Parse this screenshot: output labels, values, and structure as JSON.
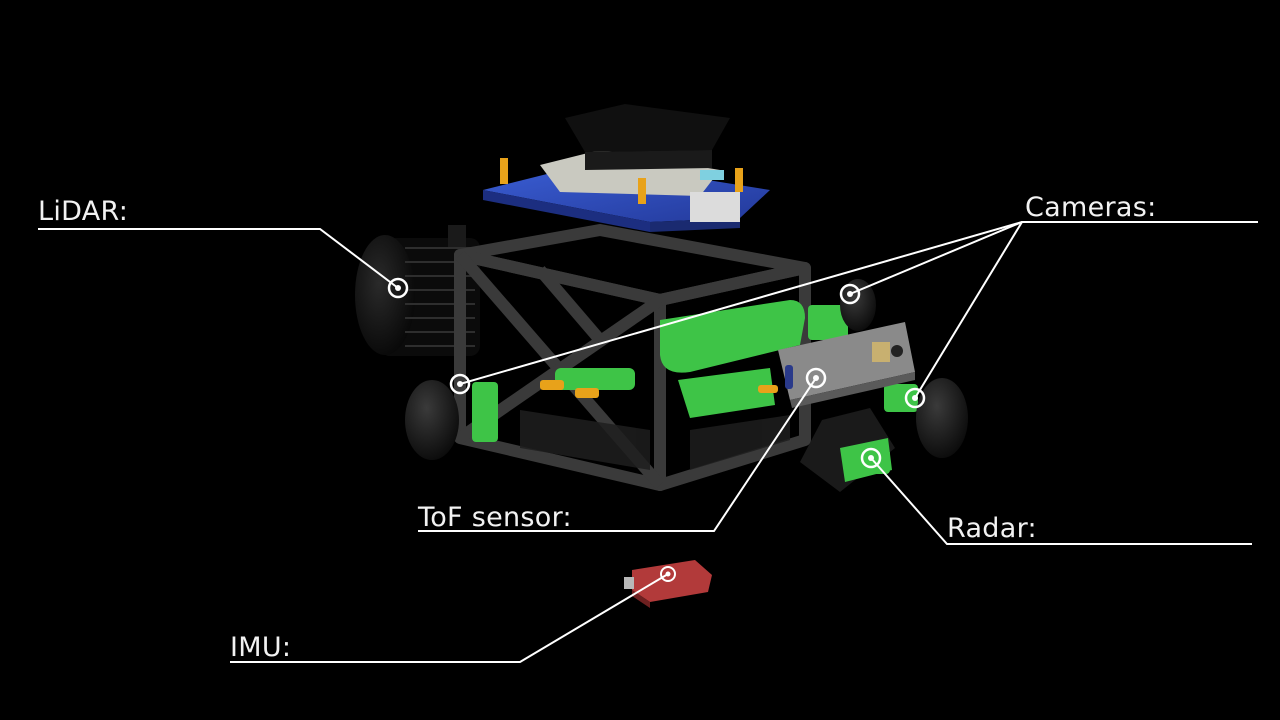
{
  "labels": {
    "lidar": "LiDAR:",
    "cameras": "Cameras:",
    "tof": "ToF sensor:",
    "radar": "Radar:",
    "imu": "IMU:"
  },
  "colors": {
    "background": "#000000",
    "frame": "#3a3a3a",
    "bracket": "#3ec447",
    "pcb": "#2f4fb5",
    "heatsink": "#111111",
    "callout": "#ffffff",
    "imu": "#b23a3a"
  },
  "icons": [
    "callout-dot-icon"
  ]
}
